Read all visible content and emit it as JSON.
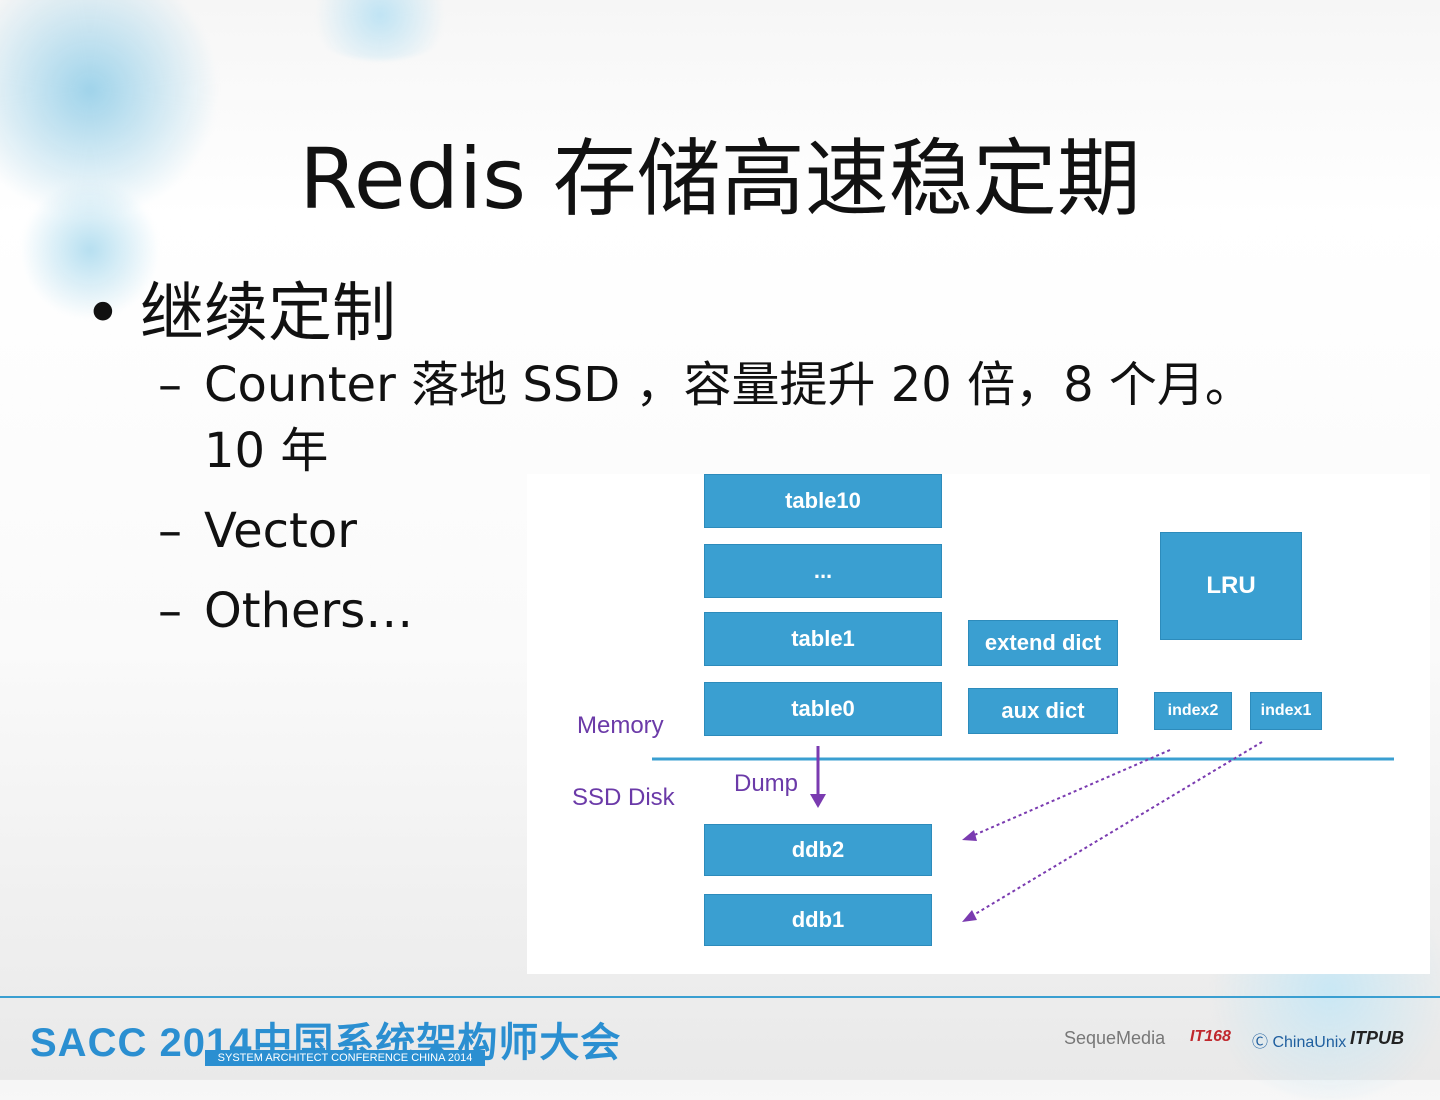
{
  "slide": {
    "title": "Redis 存储高速稳定期",
    "bullet": "继续定制",
    "subitems": [
      "Counter  落地 SSD ，容量提升 20 倍，8 个月。",
      "10 年",
      "Vector",
      "Others…"
    ]
  },
  "diagram": {
    "tables": [
      "table10",
      "...",
      "table1",
      "table0"
    ],
    "dicts": [
      "extend dict",
      "aux dict"
    ],
    "lru": "LRU",
    "indexes": [
      "index2",
      "index1"
    ],
    "memory_label": "Memory",
    "ssd_label": "SSD Disk",
    "dump_label": "Dump",
    "disks": [
      "ddb2",
      "ddb1"
    ],
    "colors": {
      "box": "#3a9fd1",
      "label": "#6b3aa8",
      "line": "#3a9fd1"
    }
  },
  "footer": {
    "logo": "SACC 2014中国系统架构师大会",
    "logo_sub": "SYSTEM ARCHITECT CONFERENCE CHINA 2014",
    "sponsors": [
      "SequeMedia",
      "IT168",
      "ChinaUnix",
      "ITPUB"
    ]
  }
}
